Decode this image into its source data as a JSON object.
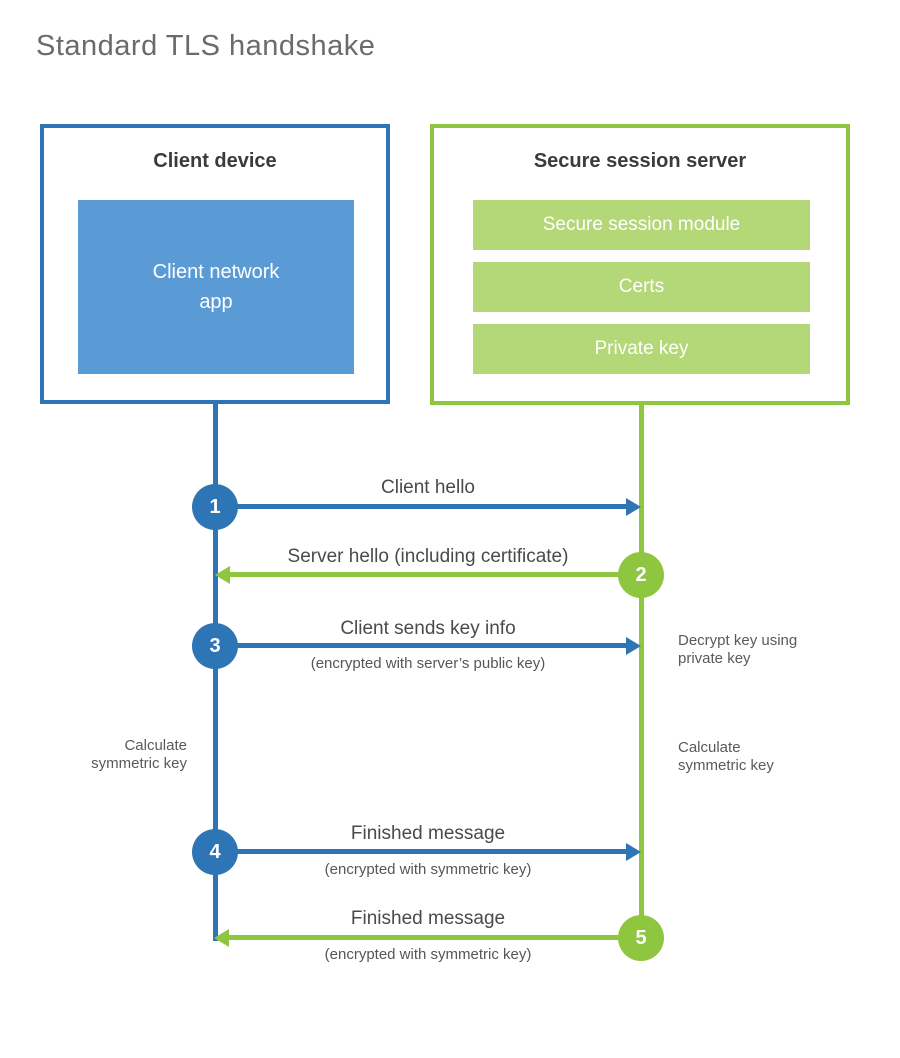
{
  "title": "Standard TLS handshake",
  "colors": {
    "blue": "#2e75b6",
    "blue_light": "#5b9bd5",
    "green": "#8fc63f",
    "green_light": "#b4d778"
  },
  "client_box": {
    "title": "Client device",
    "app_line1": "Client network",
    "app_line2": "app"
  },
  "server_box": {
    "title": "Secure session server",
    "modules": [
      "Secure session module",
      "Certs",
      "Private key"
    ]
  },
  "steps": [
    {
      "num": "1",
      "actor": "client",
      "direction": "right",
      "label": "Client hello",
      "sublabel": ""
    },
    {
      "num": "2",
      "actor": "server",
      "direction": "left",
      "label": "Server hello (including certificate)",
      "sublabel": ""
    },
    {
      "num": "3",
      "actor": "client",
      "direction": "right",
      "label": "Client sends key info",
      "sublabel": "(encrypted with server’s public key)"
    },
    {
      "num": "4",
      "actor": "client",
      "direction": "right",
      "label": "Finished message",
      "sublabel": "(encrypted with symmetric key)"
    },
    {
      "num": "5",
      "actor": "server",
      "direction": "left",
      "label": "Finished message",
      "sublabel": "(encrypted with symmetric key)"
    }
  ],
  "notes": {
    "decrypt_line1": "Decrypt key using",
    "decrypt_line2": "private key",
    "calc_left_line1": "Calculate",
    "calc_left_line2": "symmetric key",
    "calc_right_line1": "Calculate",
    "calc_right_line2": "symmetric key"
  }
}
